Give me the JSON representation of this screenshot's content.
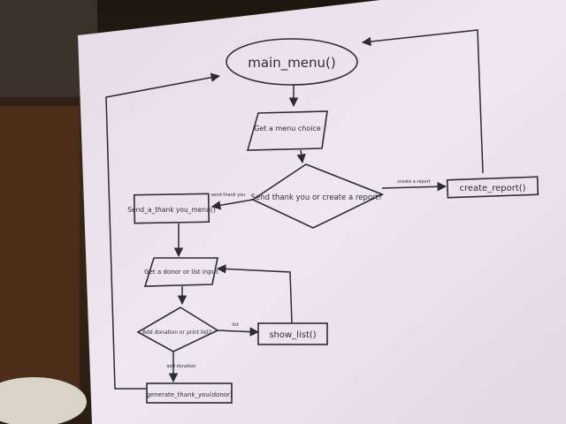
{
  "flowchart": {
    "start": "main_menu()",
    "menu_choice": "Get a menu choice",
    "decision_main": "Send thank you or create a report?",
    "create_report": "create_report()",
    "create_report_edge": "create a report",
    "thank_you": "Send_a_thank you_menu()",
    "thank_you_edge": "send thank you",
    "donor_input": "Get a donor or list input",
    "decision_donor": "Add donation or print list?",
    "list_edge": "list",
    "show_list": "show_list()",
    "add_edge": "add donation",
    "generate_email": "generate_thank_you(donor)"
  },
  "colors": {
    "ink": "#2b2b36",
    "board": "#ece4ee",
    "background": "#2a1e14"
  }
}
